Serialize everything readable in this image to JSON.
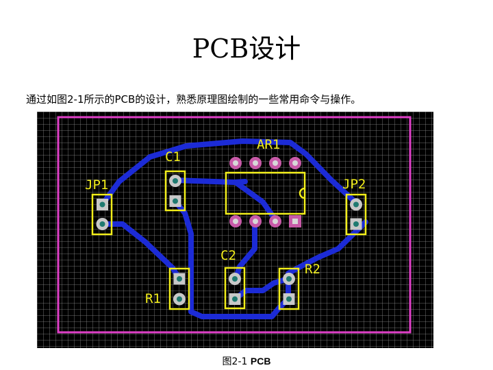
{
  "slide": {
    "title": "PCB设计",
    "intro": "通过如图2-1所示的PCB的设计，熟悉原理图绘制的一些常用命令与操作。",
    "caption_prefix": "图2-1",
    "caption_bold": "PCB"
  },
  "pcb": {
    "colors": {
      "board": "#000000",
      "grid": "#8f8f8f",
      "outline": "#e040c8",
      "trace": "#1c2bd6",
      "silkscreen": "#f2ee1a",
      "pad_ring": "#c8c8c8",
      "pad_center": "#1f7a70",
      "ic_pad": "#c85aa8",
      "ic_center": "#2a2a8c"
    },
    "labels": {
      "ar1": "AR1",
      "c1": "C1",
      "jp1": "JP1",
      "jp2": "JP2",
      "c2": "C2",
      "r1": "R1",
      "r2": "R2"
    }
  }
}
